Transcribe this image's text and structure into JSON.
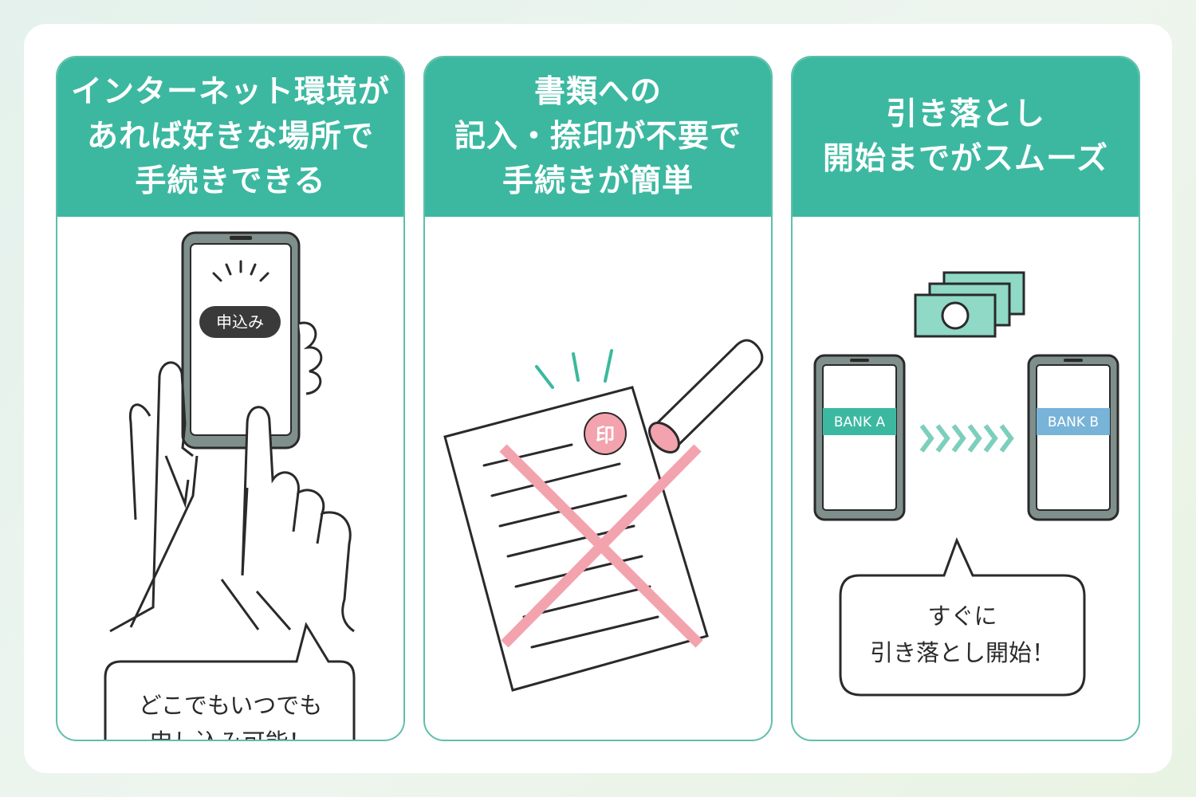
{
  "cards": [
    {
      "title_lines": [
        "インターネット環境が",
        "あれば好きな場所で",
        "手続きできる"
      ],
      "phone_button": "申込み",
      "bubble_lines": [
        "どこでもいつでも",
        "申し込み可能！"
      ]
    },
    {
      "title_lines": [
        "書類への",
        "記入・捺印が不要で",
        "手続きが簡単"
      ],
      "stamp_label": "印"
    },
    {
      "title_lines": [
        "引き落とし",
        "開始までがスムーズ"
      ],
      "bank_a": "BANK A",
      "bank_b": "BANK B",
      "bubble_lines": [
        "すぐに",
        "引き落とし開始！"
      ]
    }
  ],
  "colors": {
    "header": "#3cb8a1",
    "border": "#5fbfa9",
    "bank_a": "#3cb8a1",
    "bank_b": "#78b3d8",
    "stamp": "#f3a3ad",
    "cross": "#f3a3ad",
    "money": "#8fd9c6"
  }
}
